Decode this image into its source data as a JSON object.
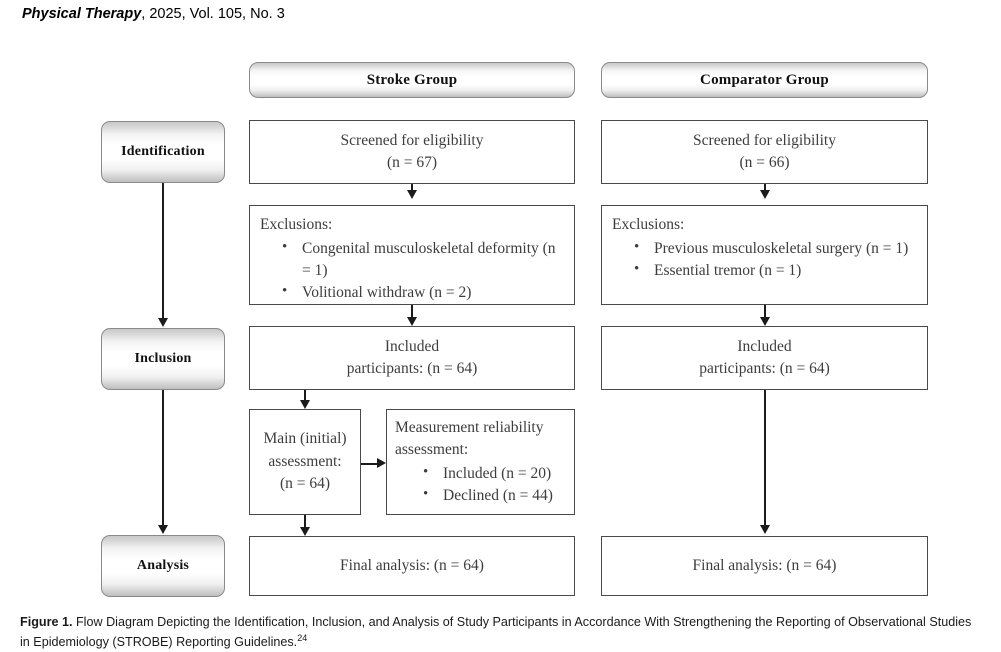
{
  "running_head": {
    "journal": "Physical Therapy",
    "rest": ", 2025, Vol. 105, No. 3"
  },
  "diagram": {
    "column_headers": [
      {
        "label": "Stroke Group"
      },
      {
        "label": "Comparator Group"
      }
    ],
    "stages": [
      {
        "label": "Identification"
      },
      {
        "label": "Inclusion"
      },
      {
        "label": "Analysis"
      }
    ],
    "stroke_group": {
      "screened": {
        "line1": "Screened for eligibility",
        "line2": "(n = 67)"
      },
      "exclusions": {
        "heading": "Exclusions:",
        "items": [
          "Congenital musculoskeletal deformity (n = 1)",
          "Volitional withdraw (n = 2)"
        ]
      },
      "included": {
        "line1": "Included",
        "line2": "participants: (n = 64)"
      },
      "main_assessment": {
        "line1": "Main (initial)",
        "line2": "assessment:",
        "line3": "(n = 64)"
      },
      "reliability_assessment": {
        "line1": "Measurement reliability",
        "line2": "assessment:",
        "items": [
          "Included (n = 20)",
          "Declined (n = 44)"
        ]
      },
      "final": {
        "line1": "Final analysis: (n = 64)"
      }
    },
    "comparator_group": {
      "screened": {
        "line1": "Screened for eligibility",
        "line2": "(n = 66)"
      },
      "exclusions": {
        "heading": "Exclusions:",
        "items": [
          "Previous musculoskeletal surgery (n = 1)",
          "Essential tremor (n = 1)"
        ]
      },
      "included": {
        "line1": "Included",
        "line2": "participants: (n = 64)"
      },
      "final": {
        "line1": "Final analysis: (n = 64)"
      }
    }
  },
  "caption": {
    "figure_label": "Figure 1.",
    "text": " Flow Diagram Depicting the Identification, Inclusion, and Analysis of Study Participants in Accordance With Strengthening the Reporting of Observational Studies in Epidemiology (STROBE) Reporting Guidelines.",
    "reference": "24"
  },
  "colors": {
    "box_border": "#4a4a4a",
    "stage_border": "#8a8a8a",
    "connector": "#1b1b1b",
    "text": "#3d3d3d"
  }
}
